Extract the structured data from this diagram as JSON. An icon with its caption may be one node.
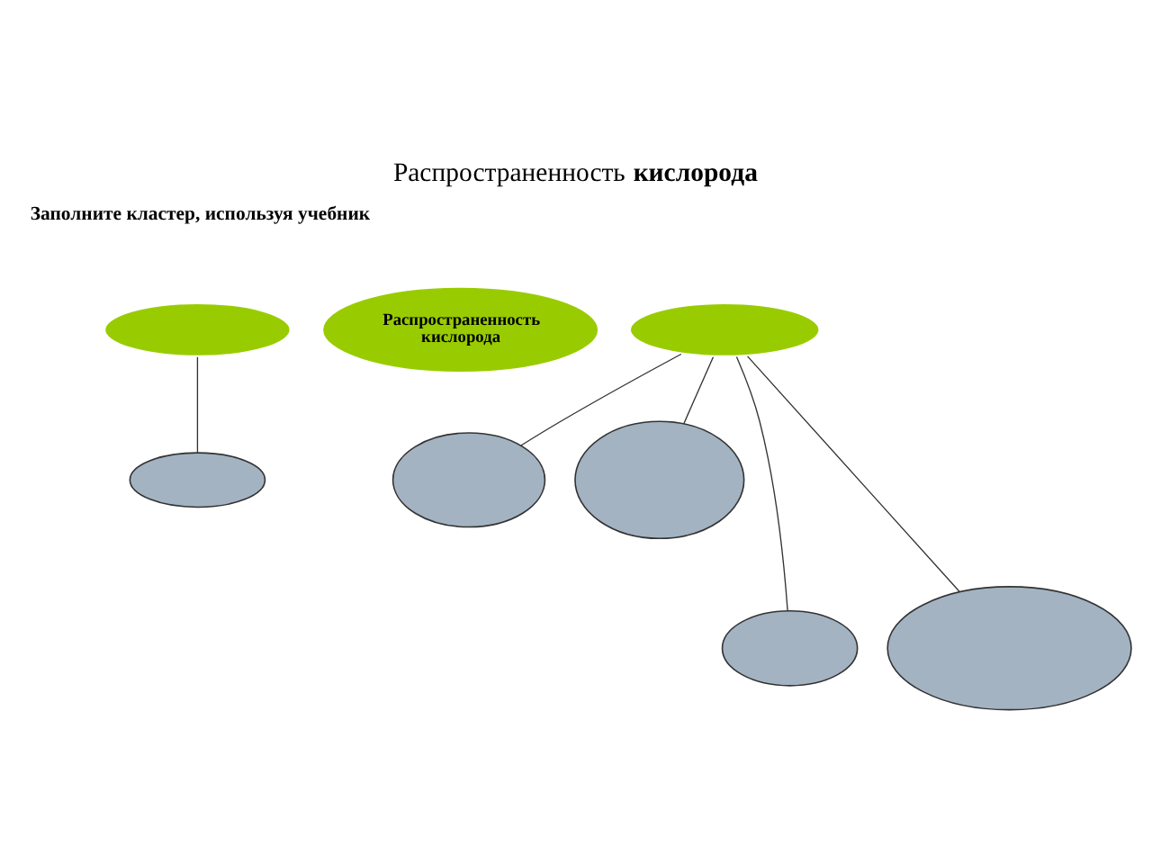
{
  "diagram": {
    "title": "Распространенность **кислорода**",
    "nodes": [
      {
        "text": [
          "Распространенность кислорода"
        ]
      },
      {
        "text": [],
        "shape": "ellipse"
      },
      {
        "text": [],
        "shape": "ellipse"
      },
      {
        "text": [],
        "shape": "ellipse"
      },
      {
        "text": [],
        "shape": "ellipse"
      },
      {
        "text": [],
        "shape": "ellipse"
      },
      {
        "text": [],
        "shape": "ellipse"
      },
      {
        "text": [],
        "shape": "ellipse"
      }
    ],
    "edges": [
      {
        "from": 1,
        "to": 3,
        "arrow": "none"
      },
      {
        "from": 2,
        "to": 4,
        "arrow": "none"
      },
      {
        "from": 2,
        "to": 5,
        "arrow": "none"
      },
      {
        "from": 2,
        "to": 6,
        "arrow": "none"
      },
      {
        "from": 2,
        "to": 7,
        "arrow": "none"
      }
    ],
    "labels": [
      "Заполните кластер, используя учебник"
    ]
  }
}
